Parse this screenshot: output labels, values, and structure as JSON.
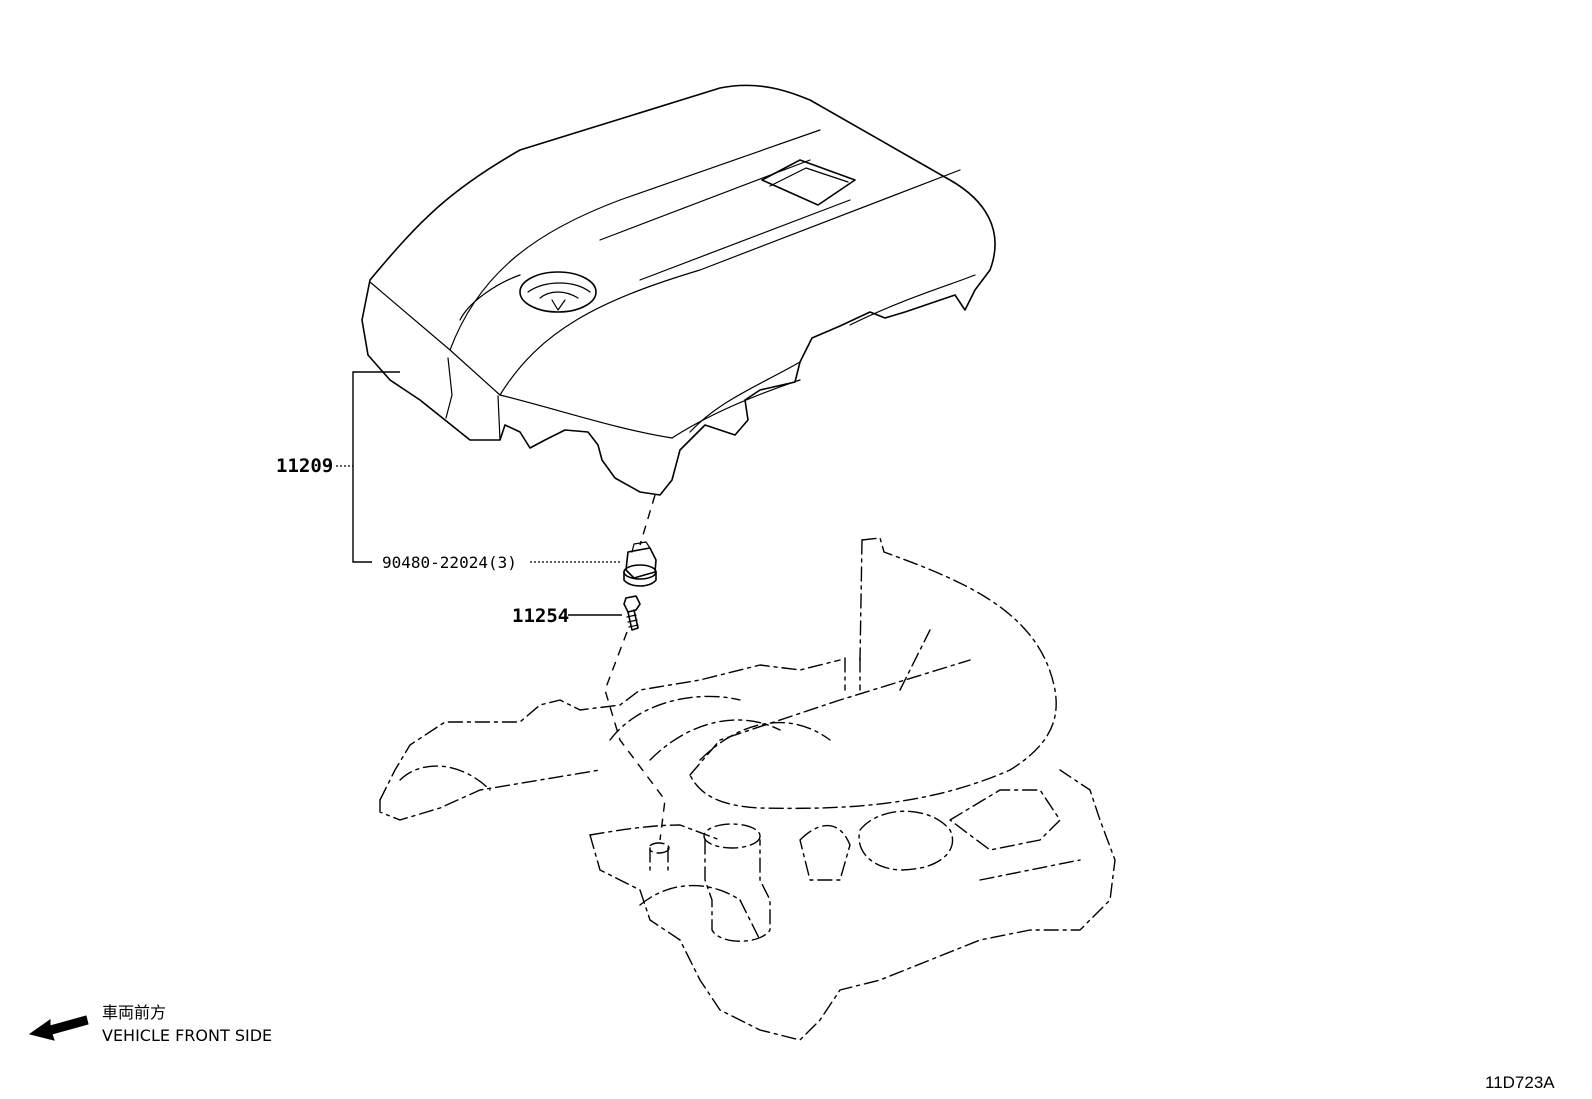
{
  "callouts": {
    "engine_cover": "11209",
    "grommet": "90480-22024(3)",
    "stud_bolt": "11254"
  },
  "direction_note": {
    "japanese": "車両前方",
    "english": "VEHICLE FRONT SIDE",
    "icon": "arrow-left-down-icon"
  },
  "reference_code": "11D723A"
}
